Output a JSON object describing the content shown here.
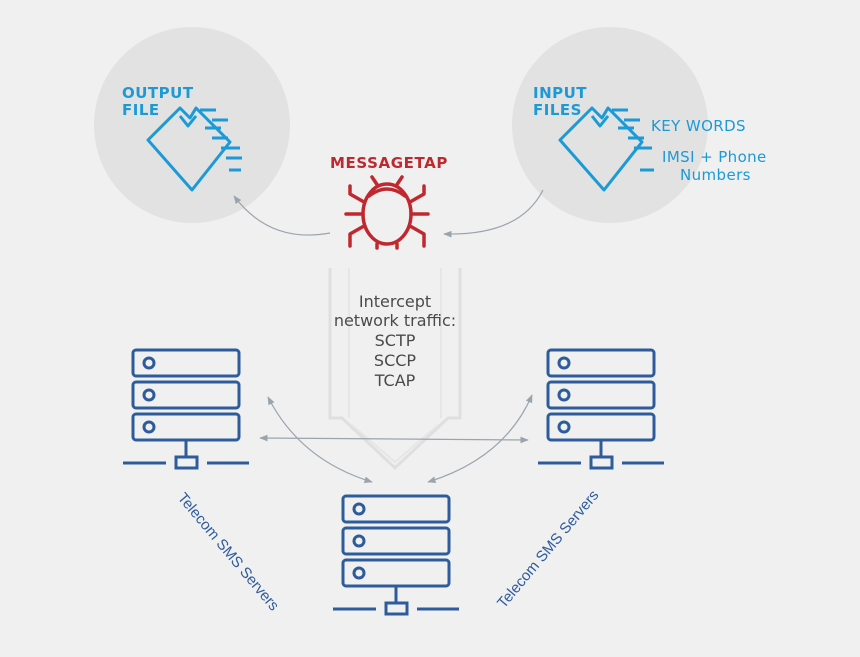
{
  "output": {
    "line1": "OUTPUT",
    "line2": "FILE"
  },
  "input": {
    "line1": "INPUT",
    "line2": "FILES",
    "kw1": "KEY WORDS",
    "kw2_line1": "IMSI + Phone",
    "kw2_line2": "Numbers"
  },
  "center": {
    "title": "MESSAGETAP"
  },
  "intercept": {
    "line1": "Intercept",
    "line2": "network traffic:",
    "p1": "SCTP",
    "p2": "SCCP",
    "p3": "TCAP"
  },
  "servers": {
    "left_label": "Telecom SMS Servers",
    "right_label": "Telecom SMS Servers"
  },
  "colors": {
    "blue": "#1b9ad6",
    "navy": "#2e5b9c",
    "red": "#c0282f",
    "circle": "#e2e2e2"
  },
  "icons": [
    "document-icon",
    "bug-icon",
    "server-icon"
  ]
}
